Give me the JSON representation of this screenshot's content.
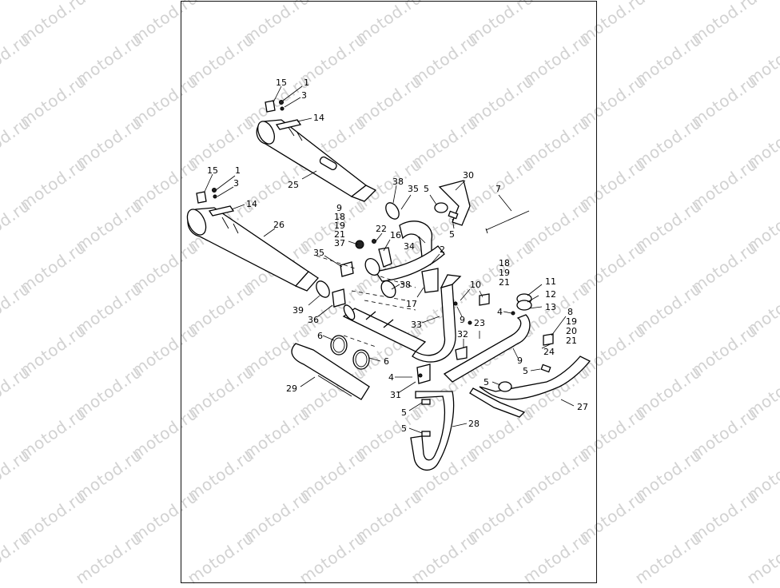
{
  "watermark": "motod.ru",
  "labels": [
    {
      "id": "15a",
      "text": "15"
    },
    {
      "id": "1a",
      "text": "1"
    },
    {
      "id": "3a",
      "text": "3"
    },
    {
      "id": "14a",
      "text": "14"
    },
    {
      "id": "15b",
      "text": "15"
    },
    {
      "id": "1b",
      "text": "1"
    },
    {
      "id": "3b",
      "text": "3"
    },
    {
      "id": "14b",
      "text": "14"
    },
    {
      "id": "25",
      "text": "25"
    },
    {
      "id": "26",
      "text": "26"
    },
    {
      "id": "38a",
      "text": "38"
    },
    {
      "id": "35a",
      "text": "35"
    },
    {
      "id": "5a",
      "text": "5"
    },
    {
      "id": "30",
      "text": "30"
    },
    {
      "id": "7",
      "text": "7"
    },
    {
      "id": "5b",
      "text": "5"
    },
    {
      "id": "9a",
      "text": "9"
    },
    {
      "id": "18a",
      "text": "18"
    },
    {
      "id": "19a",
      "text": "19"
    },
    {
      "id": "21a",
      "text": "21"
    },
    {
      "id": "37",
      "text": "37"
    },
    {
      "id": "22",
      "text": "22"
    },
    {
      "id": "16",
      "text": "16"
    },
    {
      "id": "34",
      "text": "34"
    },
    {
      "id": "35b",
      "text": "35"
    },
    {
      "id": "2",
      "text": "2"
    },
    {
      "id": "38b",
      "text": "38"
    },
    {
      "id": "17",
      "text": "17"
    },
    {
      "id": "18b",
      "text": "18"
    },
    {
      "id": "19b",
      "text": "19"
    },
    {
      "id": "21b",
      "text": "21"
    },
    {
      "id": "10",
      "text": "10"
    },
    {
      "id": "11",
      "text": "11"
    },
    {
      "id": "12",
      "text": "12"
    },
    {
      "id": "13",
      "text": "13"
    },
    {
      "id": "4a",
      "text": "4"
    },
    {
      "id": "8",
      "text": "8"
    },
    {
      "id": "19c",
      "text": "19"
    },
    {
      "id": "20",
      "text": "20"
    },
    {
      "id": "21c",
      "text": "21"
    },
    {
      "id": "39",
      "text": "39"
    },
    {
      "id": "36",
      "text": "36"
    },
    {
      "id": "33",
      "text": "33"
    },
    {
      "id": "9b",
      "text": "9"
    },
    {
      "id": "23",
      "text": "23"
    },
    {
      "id": "32",
      "text": "32"
    },
    {
      "id": "24",
      "text": "24"
    },
    {
      "id": "6a",
      "text": "6"
    },
    {
      "id": "6b",
      "text": "6"
    },
    {
      "id": "9c",
      "text": "9"
    },
    {
      "id": "5c",
      "text": "5"
    },
    {
      "id": "5d",
      "text": "5"
    },
    {
      "id": "4b",
      "text": "4"
    },
    {
      "id": "29",
      "text": "29"
    },
    {
      "id": "31",
      "text": "31"
    },
    {
      "id": "27",
      "text": "27"
    },
    {
      "id": "5e",
      "text": "5"
    },
    {
      "id": "28",
      "text": "28"
    },
    {
      "id": "5f",
      "text": "5"
    }
  ]
}
